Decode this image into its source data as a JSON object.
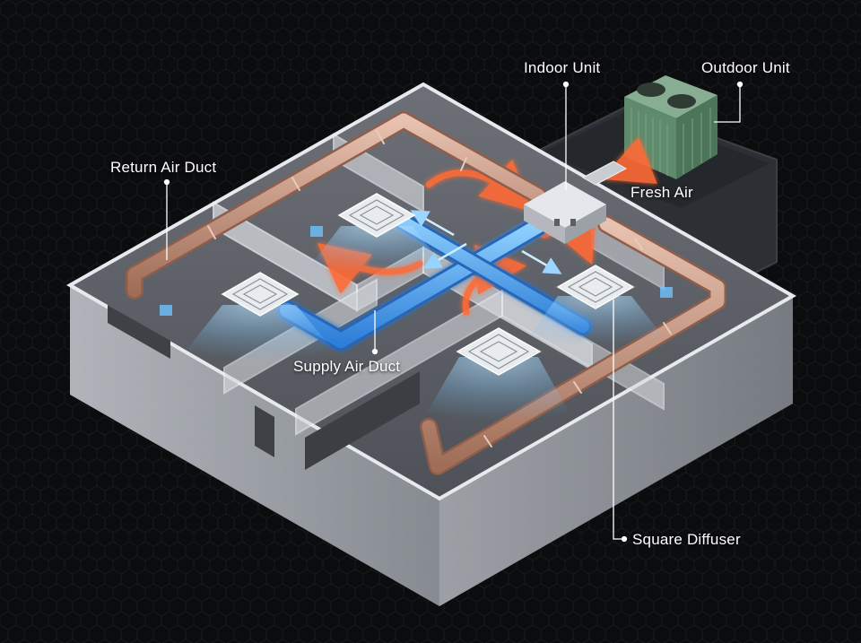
{
  "labels": {
    "indoor_unit": "Indoor Unit",
    "outdoor_unit": "Outdoor Unit",
    "return_air_duct": "Return Air Duct",
    "fresh_air": "Fresh Air",
    "supply_air_duct": "Supply Air Duct",
    "square_diffuser": "Square Diffuser"
  },
  "colors": {
    "background": "#0b0c0e",
    "supply_air": "#4aa8ff",
    "return_air": "#c08a70",
    "warm_airflow": "#ff6a35",
    "outdoor_unit": "#6f9a7a",
    "callout_line": "#ffffff"
  }
}
